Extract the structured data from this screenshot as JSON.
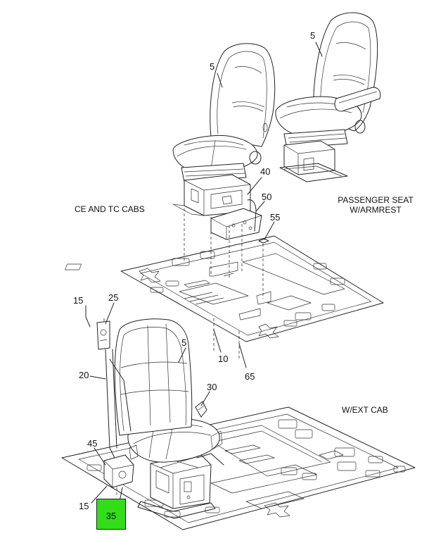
{
  "diagram": {
    "captions": {
      "left_group": "CE AND TC CABS",
      "right_group_line1": "PASSENGER SEAT",
      "right_group_line2": "W/ARMREST",
      "bottom_group": "W/EXT CAB"
    },
    "callouts": {
      "driver_seat_top": "5",
      "passenger_seat_top": "5",
      "riser": "40",
      "riser_bracket": "50",
      "fastener_55": "55",
      "floor_10": "10",
      "floor_65": "65",
      "belt_15_top": "15",
      "belt_25": "25",
      "seat_lower": "5",
      "belt_20": "20",
      "buckle_30": "30",
      "anchor_45": "45",
      "belt_15_bottom": "15"
    },
    "highlighted_callout": {
      "label": "35",
      "color": "#33dd1a"
    }
  }
}
